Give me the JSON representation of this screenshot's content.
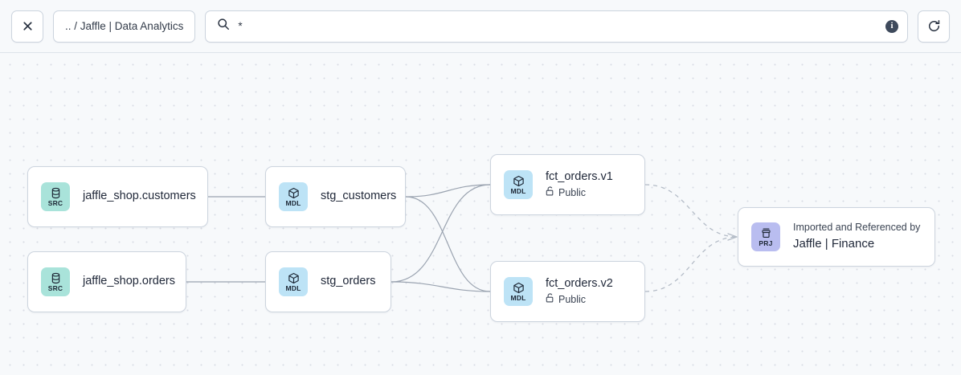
{
  "header": {
    "close_button": {
      "icon": "close-icon",
      "label": ""
    },
    "breadcrumb": {
      "text": ".. / Jaffle | Data Analytics"
    },
    "search": {
      "icon": "search-icon",
      "value": "*",
      "placeholder": "Search",
      "info_icon": "info-icon",
      "info_glyph": "i"
    },
    "refresh_button": {
      "icon": "refresh-icon",
      "label": ""
    }
  },
  "graph": {
    "nodes": [
      {
        "id": "jaffle_shop_customers",
        "kind": "SRC",
        "kind_icon": "database-icon",
        "title": "jaffle_shop.customers",
        "subtitle": null,
        "access": null
      },
      {
        "id": "jaffle_shop_orders",
        "kind": "SRC",
        "kind_icon": "database-icon",
        "title": "jaffle_shop.orders",
        "subtitle": null,
        "access": null
      },
      {
        "id": "stg_customers",
        "kind": "MDL",
        "kind_icon": "cube-icon",
        "title": "stg_customers",
        "subtitle": null,
        "access": null
      },
      {
        "id": "stg_orders",
        "kind": "MDL",
        "kind_icon": "cube-icon",
        "title": "stg_orders",
        "subtitle": null,
        "access": null
      },
      {
        "id": "fct_orders_v1",
        "kind": "MDL",
        "kind_icon": "cube-icon",
        "title": "fct_orders.v1",
        "subtitle": "Public",
        "access_icon": "unlock-icon"
      },
      {
        "id": "fct_orders_v2",
        "kind": "MDL",
        "kind_icon": "cube-icon",
        "title": "fct_orders.v2",
        "subtitle": "Public",
        "access_icon": "unlock-icon"
      },
      {
        "id": "jaffle_finance_project",
        "kind": "PRJ",
        "kind_icon": "project-icon",
        "pretitle": "Imported and Referenced by",
        "title": "Jaffle | Finance",
        "subtitle": null,
        "access": null
      }
    ],
    "edges": [
      {
        "from": "jaffle_shop_customers",
        "to": "stg_customers",
        "style": "solid"
      },
      {
        "from": "jaffle_shop_orders",
        "to": "stg_orders",
        "style": "solid"
      },
      {
        "from": "stg_customers",
        "to": "fct_orders_v1",
        "style": "solid"
      },
      {
        "from": "stg_customers",
        "to": "fct_orders_v2",
        "style": "solid"
      },
      {
        "from": "stg_orders",
        "to": "fct_orders_v1",
        "style": "solid"
      },
      {
        "from": "stg_orders",
        "to": "fct_orders_v2",
        "style": "solid"
      },
      {
        "from": "fct_orders_v1",
        "to": "jaffle_finance_project",
        "style": "dashed"
      },
      {
        "from": "fct_orders_v2",
        "to": "jaffle_finance_project",
        "style": "dashed"
      }
    ]
  },
  "colors": {
    "canvas_background": "#f7f9fb",
    "grid_dot": "#d9dde4",
    "node_border": "#ccd4de",
    "node_background": "#ffffff",
    "badge_src": "#a9e3da",
    "badge_mdl": "#bde3f6",
    "badge_prj": "#b9bdf0",
    "edge_solid": "#9aa3b0",
    "edge_dashed": "#b4bcc7",
    "text_primary": "#21293a"
  }
}
